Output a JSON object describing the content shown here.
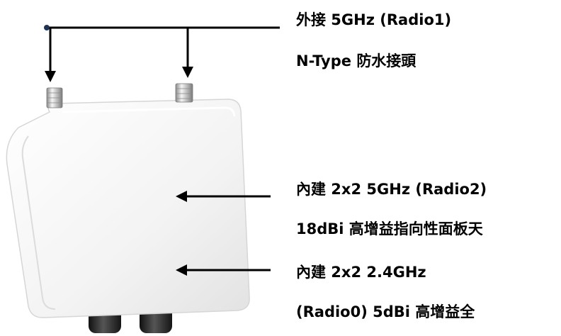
{
  "labels": {
    "external_line1": "外接 5GHz (Radio1)",
    "external_line2": "N-Type 防水接頭",
    "internal5g_line1": "內建 2x2 5GHz (Radio2)",
    "internal5g_line2": "18dBi 高增益指向性面板天",
    "internal24g_line1": "內建 2x2 2.4GHz",
    "internal24g_line2": "(Radio0) 5dBi 高增益全"
  },
  "colors": {
    "arrow": "#000000",
    "connector_dot": "#1f3354",
    "device_body": "#f1f1f1",
    "device_edge": "#d8d8d8",
    "connector_metal": "#c9c9c9",
    "gland_dark": "#2b2b2b"
  }
}
